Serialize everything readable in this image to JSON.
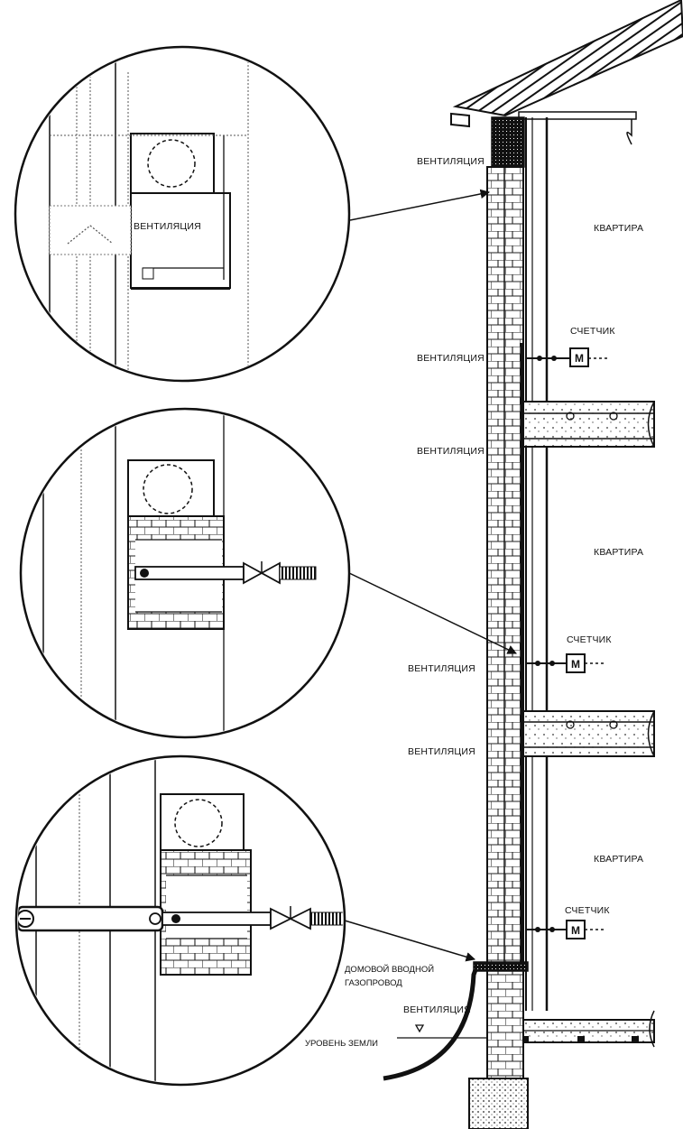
{
  "labels": {
    "ventilation": "ВЕНТИЛЯЦИЯ",
    "apartment": "КВАРТИРА",
    "meter": "СЧЕТЧИК",
    "meter_symbol": "М",
    "gas_inlet_line1": "ДОМОВОЙ ВВОДНОЙ",
    "gas_inlet_line2": "ГАЗОПРОВОД",
    "ground_level": "УРОВЕНЬ ЗЕМЛИ"
  },
  "floors": [
    {
      "apartment": "КВАРТИРА",
      "meter": "СЧЕТЧИК",
      "vent_upper": "ВЕНТИЛЯЦИЯ",
      "vent_lower": "ВЕНТИЛЯЦИЯ"
    },
    {
      "apartment": "КВАРТИРА",
      "meter": "СЧЕТЧИК",
      "vent_upper": "ВЕНТИЛЯЦИЯ",
      "vent_lower": "ВЕНТИЛЯЦИЯ"
    },
    {
      "apartment": "КВАРТИРА",
      "meter": "СЧЕТЧИК",
      "vent_upper": "ВЕНТИЛЯЦИЯ"
    }
  ],
  "callouts": [
    {
      "id": "detail-vent-top",
      "label": "ВЕНТИЛЯЦИЯ",
      "kind": "ventilation"
    },
    {
      "id": "detail-gas-riser",
      "kind": "riser-valve"
    },
    {
      "id": "detail-gas-inlet",
      "kind": "inlet-valve"
    }
  ],
  "colors": {
    "ink": "#111111",
    "paper": "#ffffff",
    "gray": "#555555",
    "hatch": "#999999"
  }
}
